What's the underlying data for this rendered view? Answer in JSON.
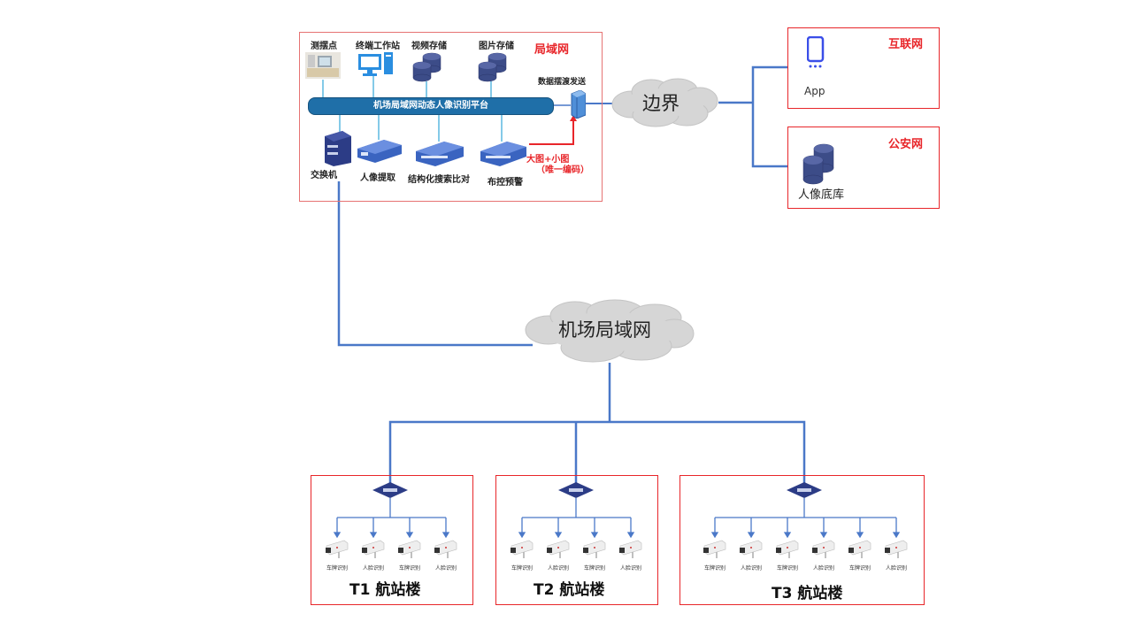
{
  "lan_zone": {
    "title": "局域网",
    "top_devices": [
      {
        "label": "测摆点",
        "icon": "workstation-photo-icon"
      },
      {
        "label": "终端工作站",
        "icon": "desktop-computer-icon"
      },
      {
        "label": "视频存储",
        "icon": "database-icon"
      },
      {
        "label": "图片存储",
        "icon": "database-icon"
      }
    ],
    "platform_bus": "机场局域网动态人像识别平台",
    "ferry_label": "数据摆渡发送",
    "bottom_devices": [
      {
        "label": "交换机",
        "icon": "switch-tower-icon"
      },
      {
        "label": "人像提取",
        "icon": "server-icon"
      },
      {
        "label": "结构化搜索比对",
        "icon": "server-icon"
      },
      {
        "label": "布控预警",
        "icon": "server-icon"
      }
    ],
    "annotation_line1": "大图+小图",
    "annotation_line2": "（唯一编码）"
  },
  "clouds": {
    "border": "边界",
    "airport_lan": "机场局域网"
  },
  "internet_zone": {
    "title": "互联网",
    "device_label": "App",
    "icon": "mobile-phone-icon"
  },
  "police_zone": {
    "title": "公安网",
    "device_label": "人像底库",
    "icon": "database-icon"
  },
  "terminals": [
    {
      "title": "T1 航站楼",
      "cameras": [
        "车牌识别",
        "人脸识别",
        "车牌识别",
        "人脸识别"
      ]
    },
    {
      "title": "T2 航站楼",
      "cameras": [
        "车牌识别",
        "人脸识别",
        "车牌识别",
        "人脸识别"
      ]
    },
    {
      "title": "T3 航站楼",
      "cameras": [
        "车牌识别",
        "人脸识别",
        "车牌识别",
        "人脸识别",
        "车牌识别",
        "人脸识别"
      ]
    }
  ],
  "colors": {
    "zone_border": "#e8262a",
    "link_blue": "#4a78c8",
    "bus_blue": "#1f6fa8",
    "annotation_red": "#e8262a",
    "cloud_gray": "#d6d6d6"
  }
}
